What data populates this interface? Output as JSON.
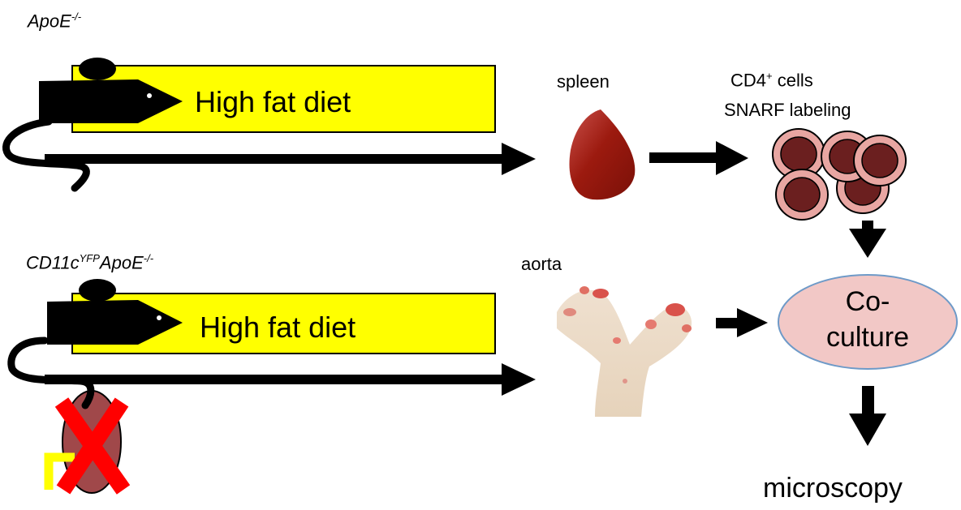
{
  "strains": {
    "top": {
      "name": "ApoE",
      "sup": "-/-"
    },
    "bottom": {
      "name_a": "CD11c",
      "sup_a": "YFP",
      "name_b": "ApoE",
      "sup_b": "-/-"
    }
  },
  "diet": {
    "top_label": "High fat diet",
    "bottom_label": "High fat diet"
  },
  "organs": {
    "spleen": "spleen",
    "aorta": "aorta"
  },
  "cells": {
    "title_main": "CD4",
    "title_sup": "+",
    "title_rest": " cells",
    "labeling": "SNARF labeling"
  },
  "coculture": {
    "line1": "Co-",
    "line2": "culture"
  },
  "readout": "microscopy",
  "colors": {
    "diet_box": "#ffff00",
    "mouse": "#000000",
    "spleen": "#9c1a0f",
    "cell_outer": "#e8a6a2",
    "cell_inner": "#6b1f1f",
    "coculture_fill": "#f2c8c6",
    "coculture_stroke": "#6e9ac8",
    "knockout_x": "#ff0000",
    "organ_oval": "#a0484a",
    "promoter_arrow": "#ffff00"
  }
}
